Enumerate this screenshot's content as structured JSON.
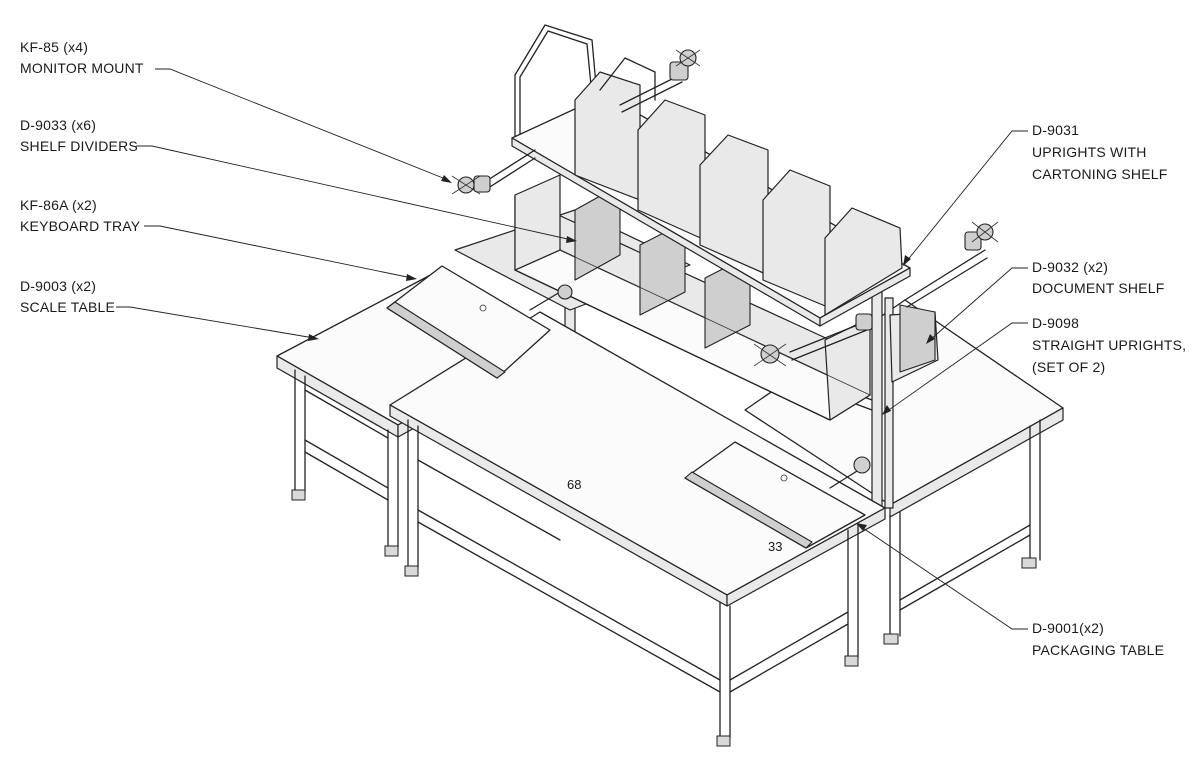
{
  "callouts": {
    "monitor_mount": {
      "part": "KF-85 (x4)",
      "desc": "MONITOR MOUNT"
    },
    "shelf_dividers": {
      "part": "D-9033 (x6)",
      "desc": "SHELF DIVIDERS"
    },
    "keyboard_tray": {
      "part": "KF-86A (x2)",
      "desc": "KEYBOARD TRAY"
    },
    "scale_table": {
      "part": "D-9003 (x2)",
      "desc": "SCALE TABLE"
    },
    "uprights_cartoning": {
      "part": "D-9031",
      "desc1": "UPRIGHTS WITH",
      "desc2": "CARTONING SHELF"
    },
    "document_shelf": {
      "part": "D-9032 (x2)",
      "desc": "DOCUMENT SHELF"
    },
    "straight_uprights": {
      "part": "D-9098",
      "desc1": "STRAIGHT UPRIGHTS,",
      "desc2": "(SET OF 2)"
    },
    "packaging_table": {
      "part": "D-9001(x2)",
      "desc": "PACKAGING TABLE"
    }
  },
  "dimensions": {
    "length": "68",
    "depth": "33"
  }
}
